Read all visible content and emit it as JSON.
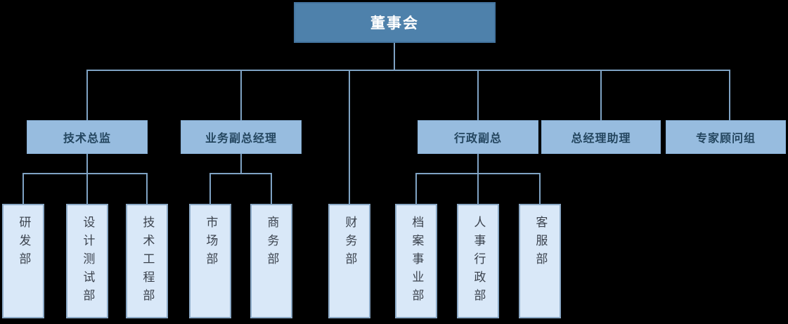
{
  "colors": {
    "background": "#000000",
    "connector": "#7fa3c4",
    "root_fill": "#4e81ab",
    "root_border": "#44749f",
    "root_text": "#ffffff",
    "level2_fill": "#97bcdf",
    "level2_border": "#86aed4",
    "level2_text": "#24465f",
    "level3_fill": "#d9e8f8",
    "level3_border": "#8ba9c6",
    "level3_text": "#3c434e"
  },
  "org": {
    "root": {
      "label": "董事会"
    },
    "level2": [
      {
        "label": "技术总监"
      },
      {
        "label": "业务副总经理"
      },
      {
        "label": "行政副总"
      },
      {
        "label": "总经理助理"
      },
      {
        "label": "专家顾问组"
      }
    ],
    "level3": [
      {
        "label": "研发部"
      },
      {
        "label": "设计测试部"
      },
      {
        "label": "技术工程部"
      },
      {
        "label": "市场部"
      },
      {
        "label": "商务部"
      },
      {
        "label": "财务部"
      },
      {
        "label": "档案事业部"
      },
      {
        "label": "人事行政部"
      },
      {
        "label": "客服部"
      }
    ]
  }
}
